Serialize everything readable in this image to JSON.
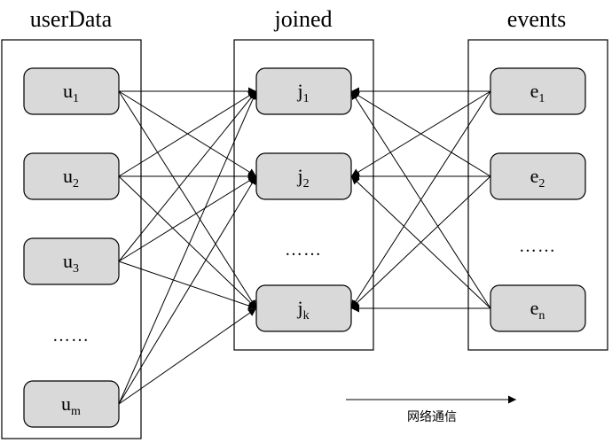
{
  "columns": {
    "userData": {
      "title": "userData",
      "nodes": [
        {
          "base": "u",
          "sub": "1"
        },
        {
          "base": "u",
          "sub": "2"
        },
        {
          "base": "u",
          "sub": "3"
        },
        {
          "base": "u",
          "sub": "m"
        }
      ],
      "ellipsis": "……"
    },
    "joined": {
      "title": "joined",
      "nodes": [
        {
          "base": "j",
          "sub": "1"
        },
        {
          "base": "j",
          "sub": "2"
        },
        {
          "base": "j",
          "sub": "k"
        }
      ],
      "ellipsis": "……"
    },
    "events": {
      "title": "events",
      "nodes": [
        {
          "base": "e",
          "sub": "1"
        },
        {
          "base": "e",
          "sub": "2"
        },
        {
          "base": "e",
          "sub": "n"
        }
      ],
      "ellipsis": "……"
    }
  },
  "legend": {
    "label": "网络通信"
  },
  "colors": {
    "node_fill": "#d9d9d9",
    "stroke": "#000000"
  }
}
